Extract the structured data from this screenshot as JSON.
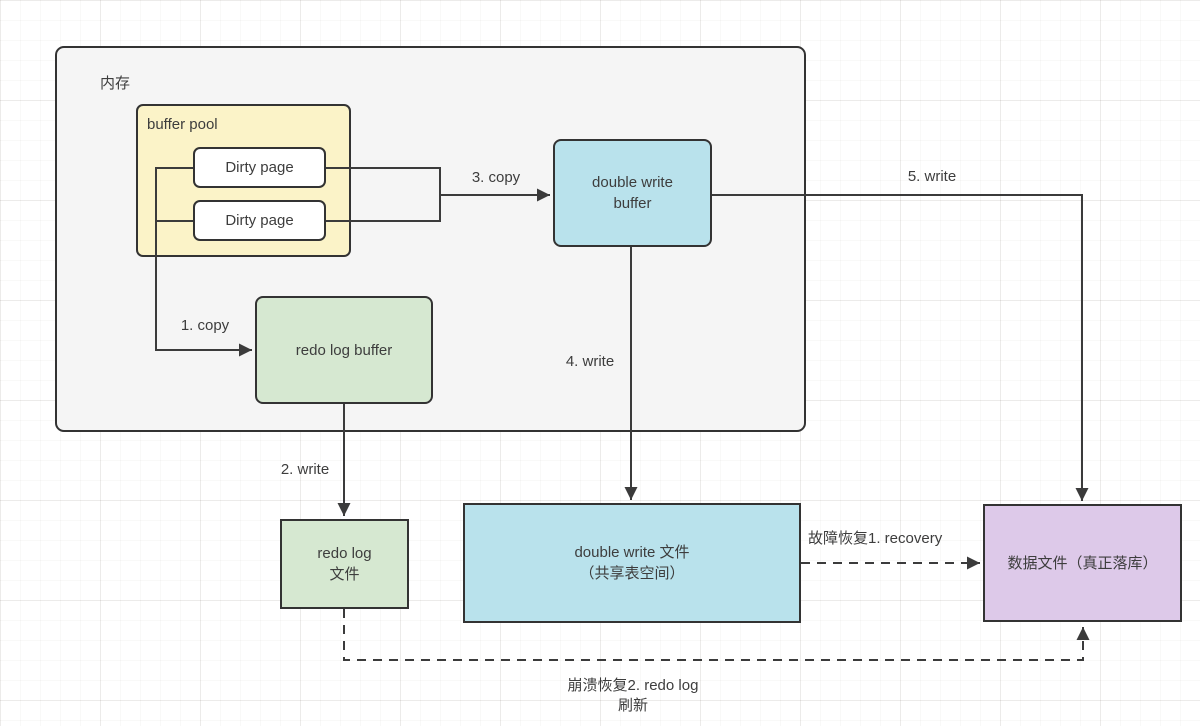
{
  "diagram": {
    "title_context": "MySQL double write buffer flow diagram",
    "containers": {
      "memory": {
        "label": "内存"
      },
      "buffer_pool": {
        "label": "buffer pool"
      }
    },
    "nodes": {
      "dirty_page_1": {
        "label": "Dirty page"
      },
      "dirty_page_2": {
        "label": "Dirty page"
      },
      "double_write_buffer": {
        "label": "double write\nbuffer"
      },
      "redo_log_buffer": {
        "label": "redo log buffer"
      },
      "redo_log_file": {
        "label": "redo log\n文件"
      },
      "double_write_file": {
        "label": "double write 文件\n（共享表空间）"
      },
      "data_file": {
        "label": "数据文件（真正落库）"
      }
    },
    "edges": {
      "copy_1": {
        "label": "1. copy",
        "style": "solid",
        "from": "buffer_pool",
        "to": "redo_log_buffer"
      },
      "write_2": {
        "label": "2. write",
        "style": "solid",
        "from": "redo_log_buffer",
        "to": "redo_log_file"
      },
      "copy_3": {
        "label": "3. copy",
        "style": "solid",
        "from": "dirty_pages",
        "to": "double_write_buffer"
      },
      "write_4": {
        "label": "4. write",
        "style": "solid",
        "from": "double_write_buffer",
        "to": "double_write_file"
      },
      "write_5": {
        "label": "5. write",
        "style": "solid",
        "from": "double_write_buffer",
        "to": "data_file"
      },
      "recovery_1": {
        "label": "故障恢复1. recovery",
        "style": "dashed",
        "from": "double_write_file",
        "to": "data_file"
      },
      "crash_recovery_2": {
        "label": "崩溃恢复2. redo log\n刷新",
        "style": "dashed",
        "from": "redo_log_file",
        "to": "data_file"
      }
    },
    "colors": {
      "memory_fill": "#f5f5f5",
      "buffer_pool_fill": "#fbf3c8",
      "dirty_page_fill": "#ffffff",
      "double_write_fill": "#b9e2ec",
      "redo_log_fill": "#d6e8d1",
      "data_file_fill": "#ddc9e9",
      "border": "#333333",
      "line": "#3b3b3b",
      "grid_background": "#ffffff"
    }
  }
}
